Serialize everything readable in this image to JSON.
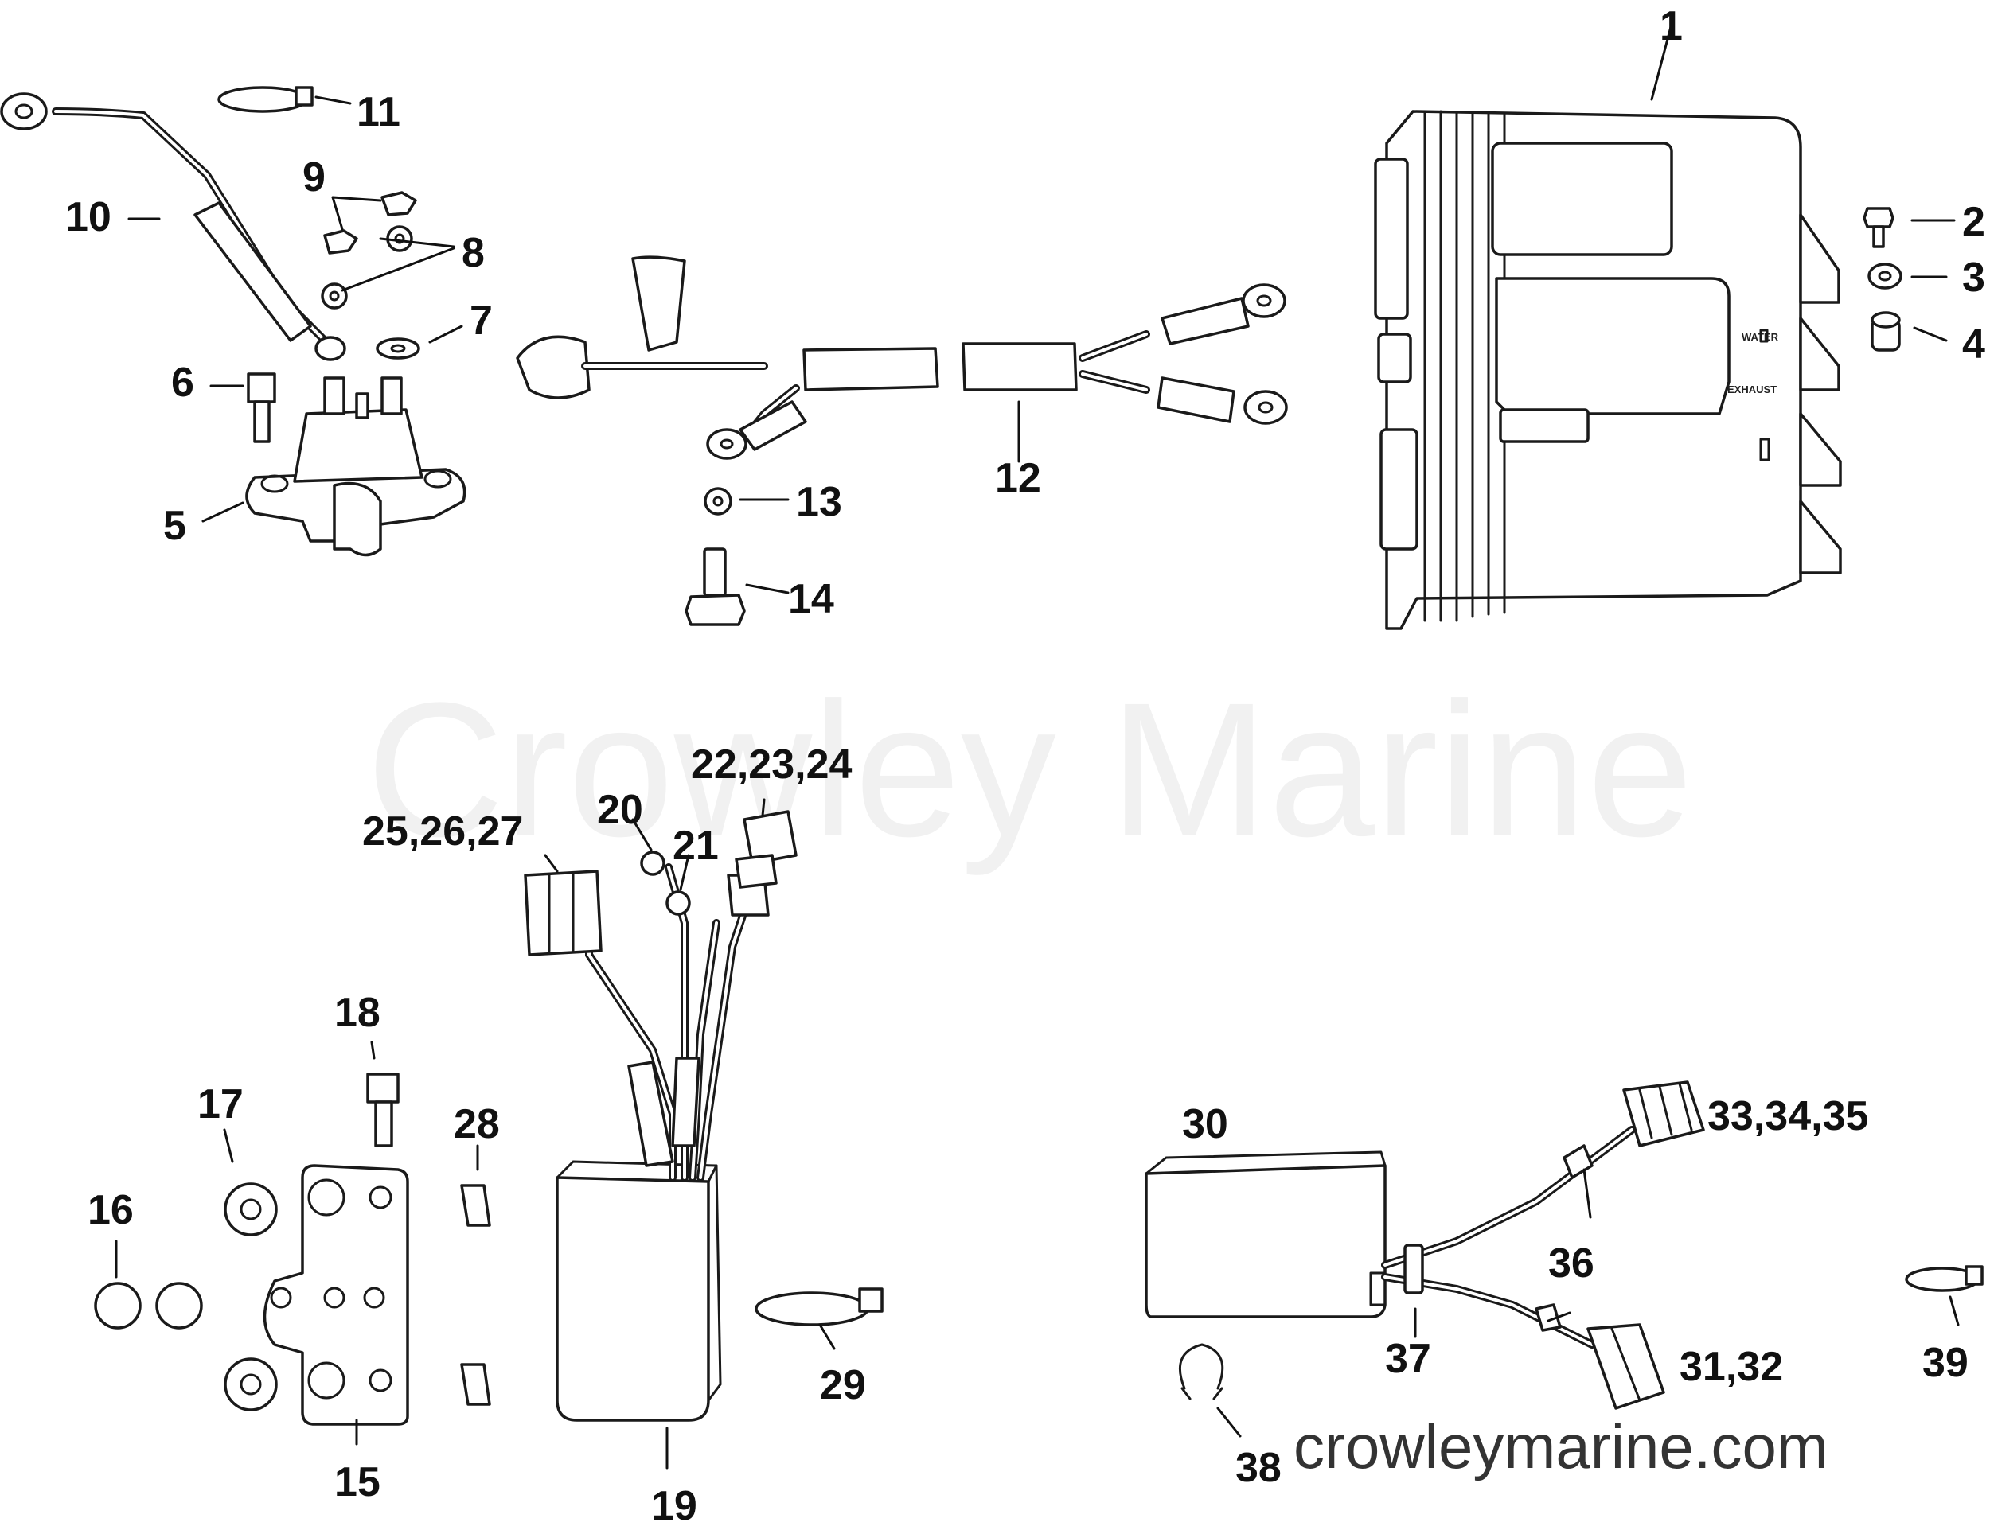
{
  "watermark": "Crowley Marine",
  "website": "crowleymarine.com",
  "panel_labels": {
    "water": "WATER",
    "exhaust": "EXHAUST"
  },
  "callouts": [
    {
      "id": "c1",
      "label": "1"
    },
    {
      "id": "c2",
      "label": "2"
    },
    {
      "id": "c3",
      "label": "3"
    },
    {
      "id": "c4",
      "label": "4"
    },
    {
      "id": "c5",
      "label": "5"
    },
    {
      "id": "c6",
      "label": "6"
    },
    {
      "id": "c7",
      "label": "7"
    },
    {
      "id": "c8",
      "label": "8"
    },
    {
      "id": "c9",
      "label": "9"
    },
    {
      "id": "c10",
      "label": "10"
    },
    {
      "id": "c11",
      "label": "11"
    },
    {
      "id": "c12",
      "label": "12"
    },
    {
      "id": "c13",
      "label": "13"
    },
    {
      "id": "c14",
      "label": "14"
    },
    {
      "id": "c15",
      "label": "15"
    },
    {
      "id": "c16",
      "label": "16"
    },
    {
      "id": "c17",
      "label": "17"
    },
    {
      "id": "c18",
      "label": "18"
    },
    {
      "id": "c19",
      "label": "19"
    },
    {
      "id": "c20",
      "label": "20"
    },
    {
      "id": "c21",
      "label": "21"
    },
    {
      "id": "c22",
      "label": "22,23,24"
    },
    {
      "id": "c25",
      "label": "25,26,27"
    },
    {
      "id": "c28",
      "label": "28"
    },
    {
      "id": "c29",
      "label": "29"
    },
    {
      "id": "c30",
      "label": "30"
    },
    {
      "id": "c31",
      "label": "31,32"
    },
    {
      "id": "c33",
      "label": "33,34,35"
    },
    {
      "id": "c36",
      "label": "36"
    },
    {
      "id": "c37",
      "label": "37"
    },
    {
      "id": "c38",
      "label": "38"
    },
    {
      "id": "c39",
      "label": "39"
    }
  ]
}
